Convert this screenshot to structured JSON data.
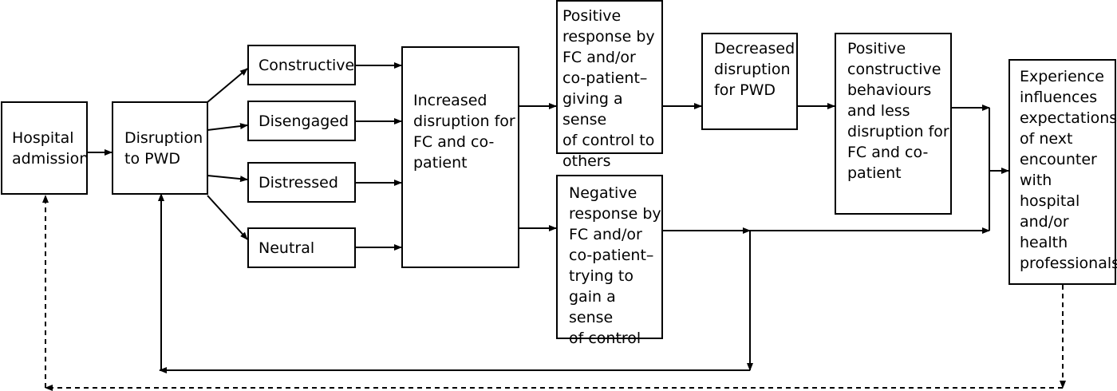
{
  "diagram": {
    "nodes": {
      "hospital_admission": "Hospital\nadmission",
      "disruption_pwd": "Disruption\nto PWD",
      "constructive": "Constructive",
      "disengaged": "Disengaged",
      "distressed": "Distressed",
      "neutral": "Neutral",
      "increased_disruption": "Increased\ndisruption for\nFC and co-\npatient",
      "positive_response": "Positive\nresponse by\nFC and/or\nco-patient–\ngiving a sense\nof control to\nothers",
      "negative_response": "Negative\nresponse by\nFC and/or\nco-patient–\ntrying to\ngain a sense\nof control",
      "decreased_disruption": "Decreased\ndisruption\nfor PWD",
      "positive_behaviours": "Positive\nconstructive\nbehaviours\nand less\ndisruption for\nFC and co-\npatient",
      "experience": "Experience\ninfluences\nexpectations\nof next\nencounter\nwith hospital\nand/or\nhealth\nprofessionals"
    },
    "colors": {
      "line": "#000000",
      "background": "#ffffff"
    }
  }
}
